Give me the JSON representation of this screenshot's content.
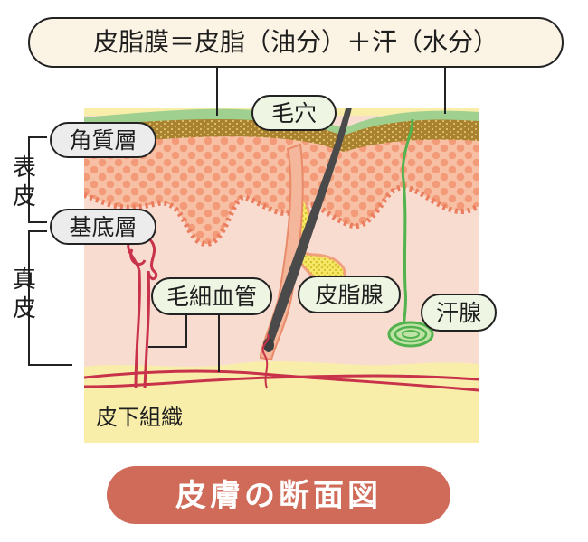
{
  "top_formula": "皮脂膜＝皮脂（油分）＋汗（水分）",
  "labels": {
    "pore": "毛穴",
    "stratum_corneum": "角質層",
    "basal_layer": "基底層",
    "capillary": "毛細血管",
    "sebaceous_gland": "皮脂腺",
    "sweat_gland": "汗腺",
    "subcutaneous": "皮下組織"
  },
  "side_labels": {
    "epidermis": [
      "表",
      "皮"
    ],
    "dermis": [
      "真",
      "皮"
    ]
  },
  "title": "皮膚の断面図",
  "colors": {
    "sebum_film": "#9fd08f",
    "stratum_corneum": "#a8822e",
    "epidermis": "#f7c0a4",
    "epidermis_cells": "#f39a78",
    "dermis": "#f9dcd0",
    "subcutaneous": "#f8eeaa",
    "blood_vessel": "#c8324a",
    "hair": "#4a4a4a",
    "sweat_gland": "#52b34e",
    "sebaceous": "#f4e35a",
    "title_bg": "#cf6b58",
    "label_bg": "#eef5e2",
    "box_bg": "#fbf3e3"
  }
}
